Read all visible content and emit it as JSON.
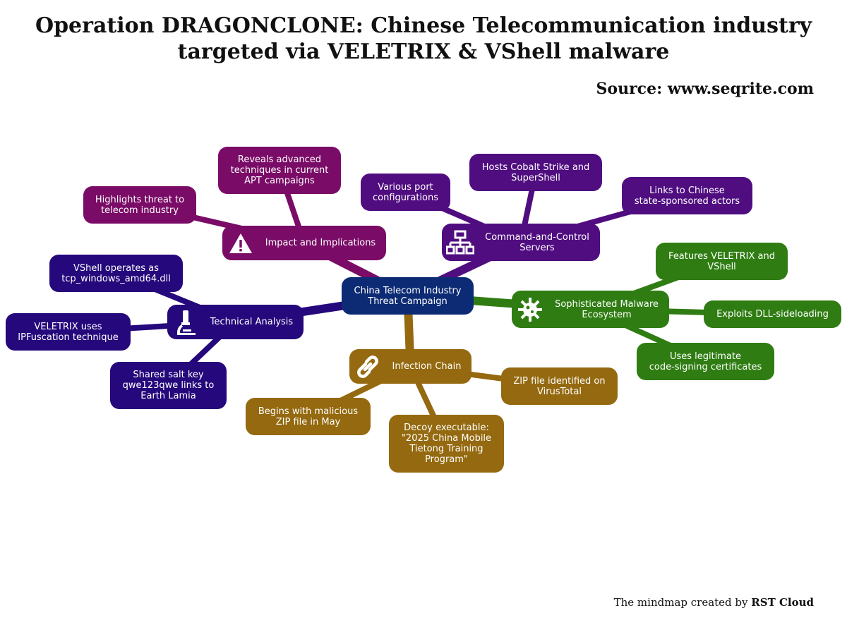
{
  "title": "Operation DRAGONCLONE: Chinese Telecommunication industry\ntargeted via VELETRIX & VShell malware",
  "source": "Source: www.seqrite.com",
  "credit": {
    "prefix": "The mindmap created by ",
    "brand": "RST Cloud"
  },
  "colors": {
    "center": "#0d2b74",
    "impact": "#7a0c67",
    "c2": "#4f0d80",
    "malware": "#2f7d12",
    "infection": "#94690f",
    "technical": "#25087b"
  },
  "center": {
    "label": "China Telecom Industry\nThreat Campaign"
  },
  "branches": [
    {
      "id": "impact",
      "label": "Impact and Implications",
      "icon": "warning-icon",
      "children": [
        {
          "label": "Highlights threat to\ntelecom industry"
        },
        {
          "label": "Reveals advanced\ntechniques in current\nAPT campaigns"
        }
      ]
    },
    {
      "id": "c2",
      "label": "Command-and-Control\nServers",
      "icon": "network-icon",
      "children": [
        {
          "label": "Various port\nconfigurations"
        },
        {
          "label": "Hosts Cobalt Strike and\nSuperShell"
        },
        {
          "label": "Links to Chinese\nstate-sponsored actors"
        }
      ]
    },
    {
      "id": "malware",
      "label": "Sophisticated Malware\nEcosystem",
      "icon": "virus-icon",
      "children": [
        {
          "label": "Features VELETRIX and\nVShell"
        },
        {
          "label": "Exploits DLL-sideloading"
        },
        {
          "label": "Uses legitimate\ncode-signing certificates"
        }
      ]
    },
    {
      "id": "infection",
      "label": "Infection Chain",
      "icon": "link-icon",
      "children": [
        {
          "label": "ZIP file identified on\nVirusTotal"
        },
        {
          "label": "Begins with malicious\nZIP file in May"
        },
        {
          "label": "Decoy executable:\n\"2025 China Mobile\nTietong Training\nProgram\""
        }
      ]
    },
    {
      "id": "technical",
      "label": "Technical Analysis",
      "icon": "microscope-icon",
      "children": [
        {
          "label": "VShell operates as\ntcp_windows_amd64.dll"
        },
        {
          "label": "VELETRIX uses\nIPFuscation technique"
        },
        {
          "label": "Shared salt key\nqwe123qwe links to\nEarth Lamia"
        }
      ]
    }
  ]
}
